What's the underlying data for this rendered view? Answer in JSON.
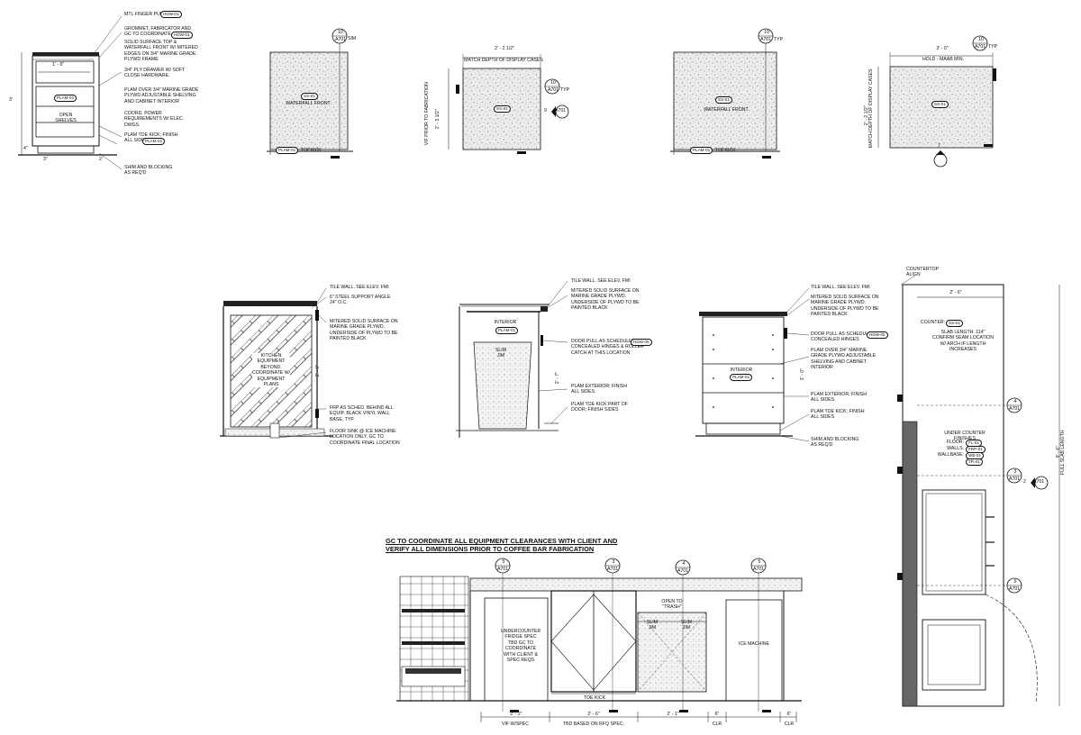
{
  "section_tl": {
    "notes": [
      "MTL FINGER PULL",
      "GROMMET, FABRICATOR AND GC TO COORDINATE",
      "SOLID SURFACE TOP & WATERFALL FRONT W/ MITERED EDGES ON 3/4\" MARINE GRADE PLYWD FRAME",
      "3/4\" PLY DRAWER W/ SOFT CLOSE HARDWARE.",
      "PLAM OVER 3/4\" MARINE GRADE PLYWD ADJUSTABLE SHELVING AND CABINET INTERIOR",
      "COORD. POWER REQUIREMENTS W/ ELEC. DWGS.",
      "PLAM TOE KICK; FINISH ALL SIDES",
      "SHIM AND BLOCKING AS REQ'D"
    ],
    "tags": [
      "HDW-01",
      "HDW-01",
      "PLAM-01",
      "PLAM-01"
    ],
    "dims": [
      "1' - 6\"",
      "3'",
      "3\"",
      "4\"",
      "2'"
    ],
    "labels": [
      "OPEN SHELVES"
    ]
  },
  "elev_1": {
    "tag": "SS-01",
    "label": "WATERFALL FRONT",
    "toekick": "TOEKICK",
    "plam": "PLAM-01",
    "callout_num": "10",
    "callout_sheet": "A701",
    "callout_suffix": "SIM"
  },
  "elev_2": {
    "tag": "SS-01",
    "dim_top": "2' - 2 1/2\"",
    "dim_top_note": "MATCH DEPTH OF DISPLAY CASES",
    "dim_side": "2' - 3 1/2\"",
    "dim_side_note": "VIF PRIOR TO FABRICATION",
    "callout_num": "10",
    "callout_sheet": "A701",
    "callout_suffix": "TYP",
    "section_num": "9",
    "section_sheet": "A701"
  },
  "elev_3": {
    "tag": "SS-01",
    "label": "WATERFALL FRONT",
    "toekick": "TOEKICK",
    "plam": "PLAM-01",
    "callout_num": "10",
    "callout_sheet": "A701",
    "callout_suffix": "TYP"
  },
  "elev_4": {
    "tag": "SS-01",
    "dim_top": "3' - 0\"",
    "dim_top_note": "HOLD - MAAB MIN.",
    "dim_side": "2' - 2 1/2\"",
    "dim_side_note": "MATCH DEPTH OF DISPLAY CASES",
    "callout_num": "10",
    "callout_sheet": "A701",
    "callout_suffix": "TYP",
    "section_num": "7",
    "section_sheet": "A701"
  },
  "sec_equip": {
    "notes": [
      "TILE WALL. SEE ELEV. FMI",
      "6\" STEEL SUPPORT ANGLE 24\" O.C.",
      "MITERED SOLID SURFACE ON MARINE GRADE PLYWD. UNDERSIDE OF PLYWD TO BE PAINTED BLACK",
      "FRP AS SCHED. BEHIND ALL EQUIP. BLACK VINYL WALL BASE, TYP.",
      "FLOOR SINK @ ICE MACHINE LOCATION ONLY. GC TO COORDINATE FINAL LOCATION"
    ],
    "hatch_label": "KITCHEN EQUIPMENT BEYOND. COORDINATE W/ EQUIPMENT PLANS",
    "dim": "2' - 6\""
  },
  "sec_trash": {
    "notes": [
      "TILE WALL. SEE ELEV. FMI",
      "MITERED SOLID SURFACE ON MARINE GRADE PLYWD. UNDERSIDE OF PLYWD TO BE PAINTED BLACK",
      "DOOR PULL AS SCHEDULED CONCEALED HINGES & ROLLER CATCH AT THIS LOCATION",
      "PLAM EXTERIOR; FINISH ALL SIDES",
      "PLAM TOE KICK PART OF DOOR; FINISH SIDES"
    ],
    "interior": "INTERIOR",
    "plam": "PLAM-01",
    "bin": "SLIM JIM",
    "hdw": "HDW-05",
    "dim": "2' - 7\""
  },
  "sec_cab": {
    "notes": [
      "TILE WALL. SEE ELEV. FMI",
      "MITERED SOLID SURFACE ON MARINE GRADE PLYWD. UNDERSIDE OF PLYWD TO BE PAINTED BLACK",
      "DOOR PULL AS SCHEDULED CONCEALED HINGES",
      "PLAM OVER 3/4\" MARINE GRADE PLYWD ADJUSTABLE SHELVING AND CABINET INTERIOR",
      "PLAM EXTERIOR; FINISH ALL SIDES",
      "PLAM TOE KICK; FINISH ALL SIDES",
      "SHIM AND BLOCKING AS REQ'D"
    ],
    "interior": "INTERIOR",
    "plam": "PLAM-01",
    "hdw": "HDW-05",
    "dim": "3' - 0\""
  },
  "plan": {
    "countertop_note": "COUNTERTOP ALIGN",
    "dim_top": "2' - 6\"",
    "counter_label": "COUNTER:",
    "counter_tag": "SS-01",
    "slab_note": "SLAB LENGTH: 114\" CONFIRM SEAM LOCATION W/ ARCH IF LENGTH INCREASES",
    "finishes_title": "UNDER COUNTER FINISHES",
    "finishes": [
      {
        "k": "FLOOR:",
        "v": "FL-01"
      },
      {
        "k": "WALLS:",
        "v": "FRP-01"
      },
      {
        "k": "WALLBASE:",
        "v": "WB-01"
      },
      {
        "k": "",
        "v": "TR-01"
      }
    ],
    "dim_side": "9' - 6\"",
    "dim_side_note": "FULL SLAB LENGTH",
    "callouts": [
      {
        "num": "4",
        "sheet": "A701"
      },
      {
        "num": "3",
        "sheet": "A701"
      },
      {
        "num": "2",
        "sheet": "A701"
      },
      {
        "num": "5",
        "sheet": "A701"
      }
    ]
  },
  "front_elev": {
    "header": [
      "GC TO COORDINATE ALL EQUIPMENT CLEARANCES WITH CLIENT AND",
      "VERIFY ALL DIMENSIONS PRIOR TO COFFEE BAR FABRICATION"
    ],
    "fridge": "UNDERCOUNTER FRIDGE SPEC TBD GC TO COORDINATE WITH CLIENT & SPEC REQs",
    "open_trash": "OPEN TO \"TRASH\"",
    "slim1": "SLIM JIM",
    "slim2": "SLIM JIM",
    "ice": "ICE MACHINE",
    "toe_kick": "TOE KICK",
    "dims": [
      "2' - 2\"",
      "2' - 6\"",
      "2' - 1\"",
      "6\"",
      "6\""
    ],
    "dim_notes": [
      "VIF W/SPEC",
      "TBD BASED ON RFQ SPEC.",
      "CLR",
      "CLR"
    ],
    "callouts": [
      {
        "num": "5",
        "sheet": "A701"
      },
      {
        "num": "3",
        "sheet": "A701"
      },
      {
        "num": "4",
        "sheet": "A701"
      },
      {
        "num": "5",
        "sheet": "A701"
      }
    ]
  }
}
